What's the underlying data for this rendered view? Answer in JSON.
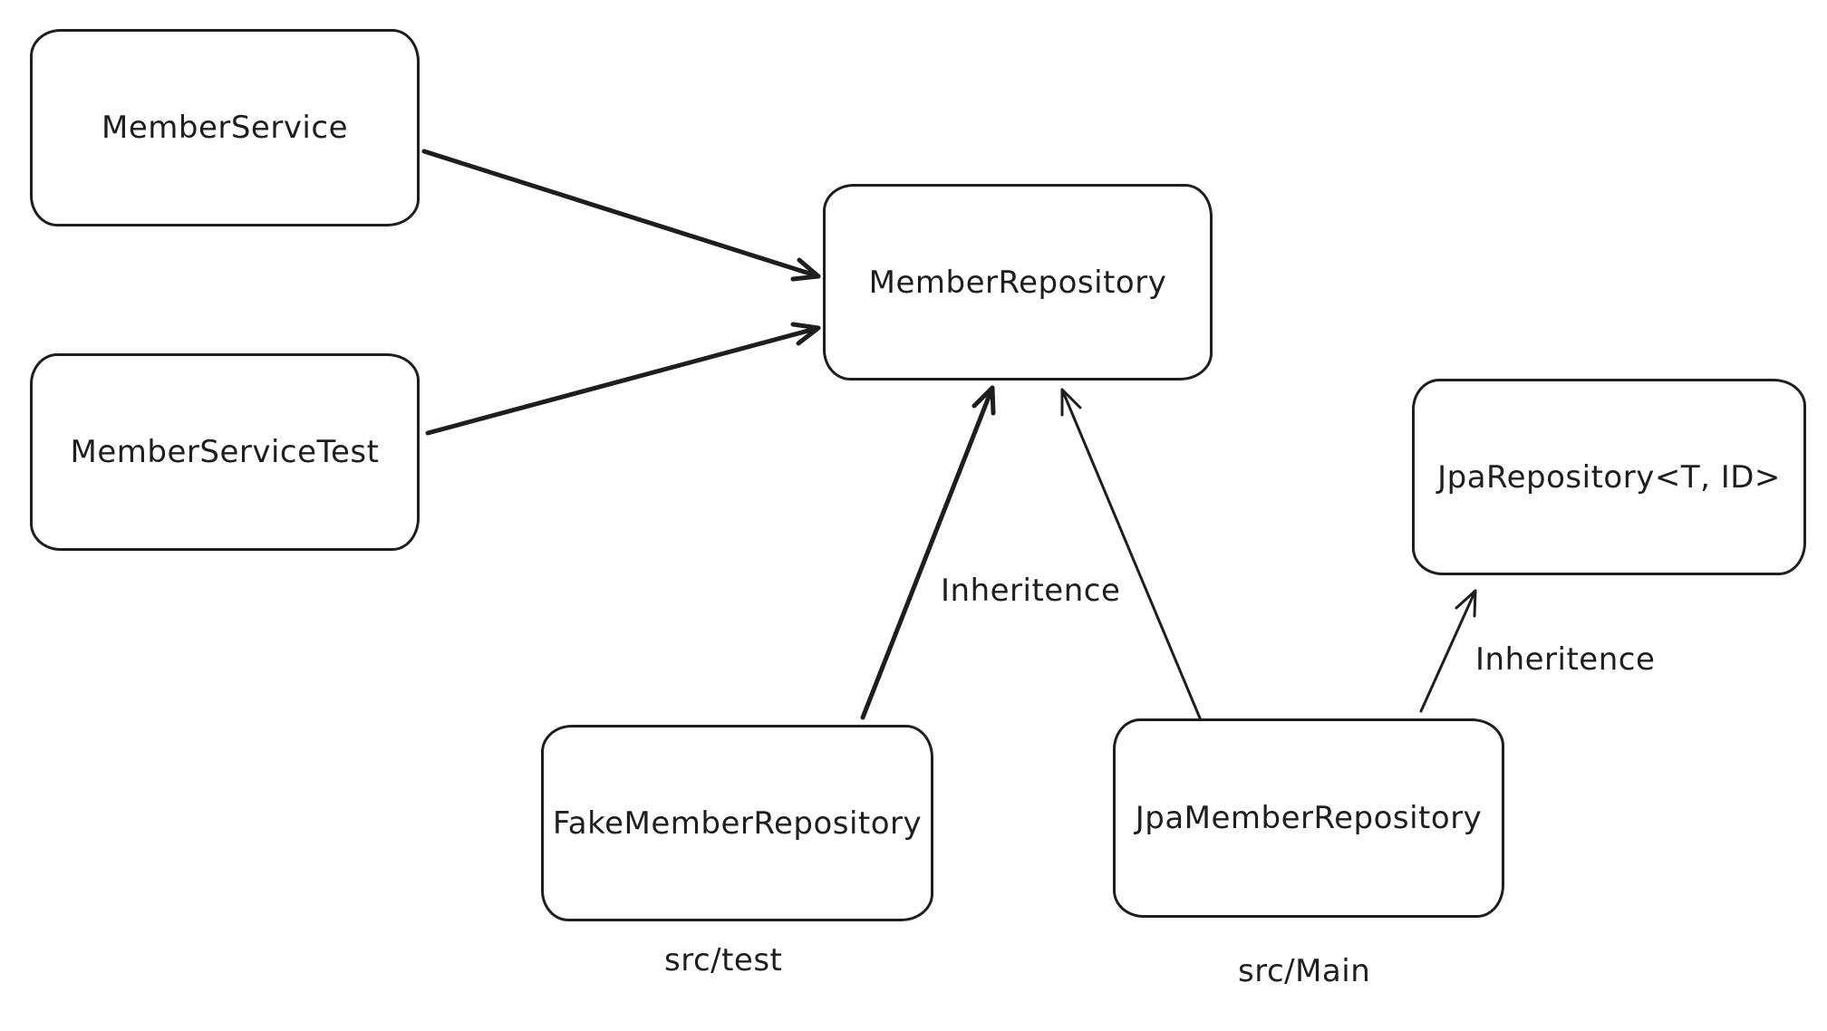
{
  "diagram": {
    "colors": {
      "stroke": "#1e1e1e",
      "background": "#ffffff"
    },
    "nodes": [
      {
        "id": "member-service",
        "label": "MemberService"
      },
      {
        "id": "member-service-test",
        "label": "MemberServiceTest"
      },
      {
        "id": "member-repository",
        "label": "MemberRepository"
      },
      {
        "id": "jpa-repository",
        "label": "JpaRepository<T, ID>"
      },
      {
        "id": "fake-member-repository",
        "label": "FakeMemberRepository"
      },
      {
        "id": "jpa-member-repository",
        "label": "JpaMemberRepository"
      }
    ],
    "edges": [
      {
        "from": "MemberService",
        "to": "MemberRepository",
        "label": ""
      },
      {
        "from": "MemberServiceTest",
        "to": "MemberRepository",
        "label": ""
      },
      {
        "from": "FakeMemberRepository",
        "to": "MemberRepository",
        "label": "Inheritence"
      },
      {
        "from": "JpaMemberRepository",
        "to": "MemberRepository",
        "label": ""
      },
      {
        "from": "JpaMemberRepository",
        "to": "JpaRepository<T, ID>",
        "label": "Inheritence"
      }
    ],
    "edge_labels": [
      {
        "id": "inheritence-left",
        "label": "Inheritence"
      },
      {
        "id": "inheritence-right",
        "label": "Inheritence"
      }
    ],
    "annotations": [
      {
        "id": "src-test",
        "label": "src/test"
      },
      {
        "id": "src-main",
        "label": "src/Main"
      }
    ]
  }
}
